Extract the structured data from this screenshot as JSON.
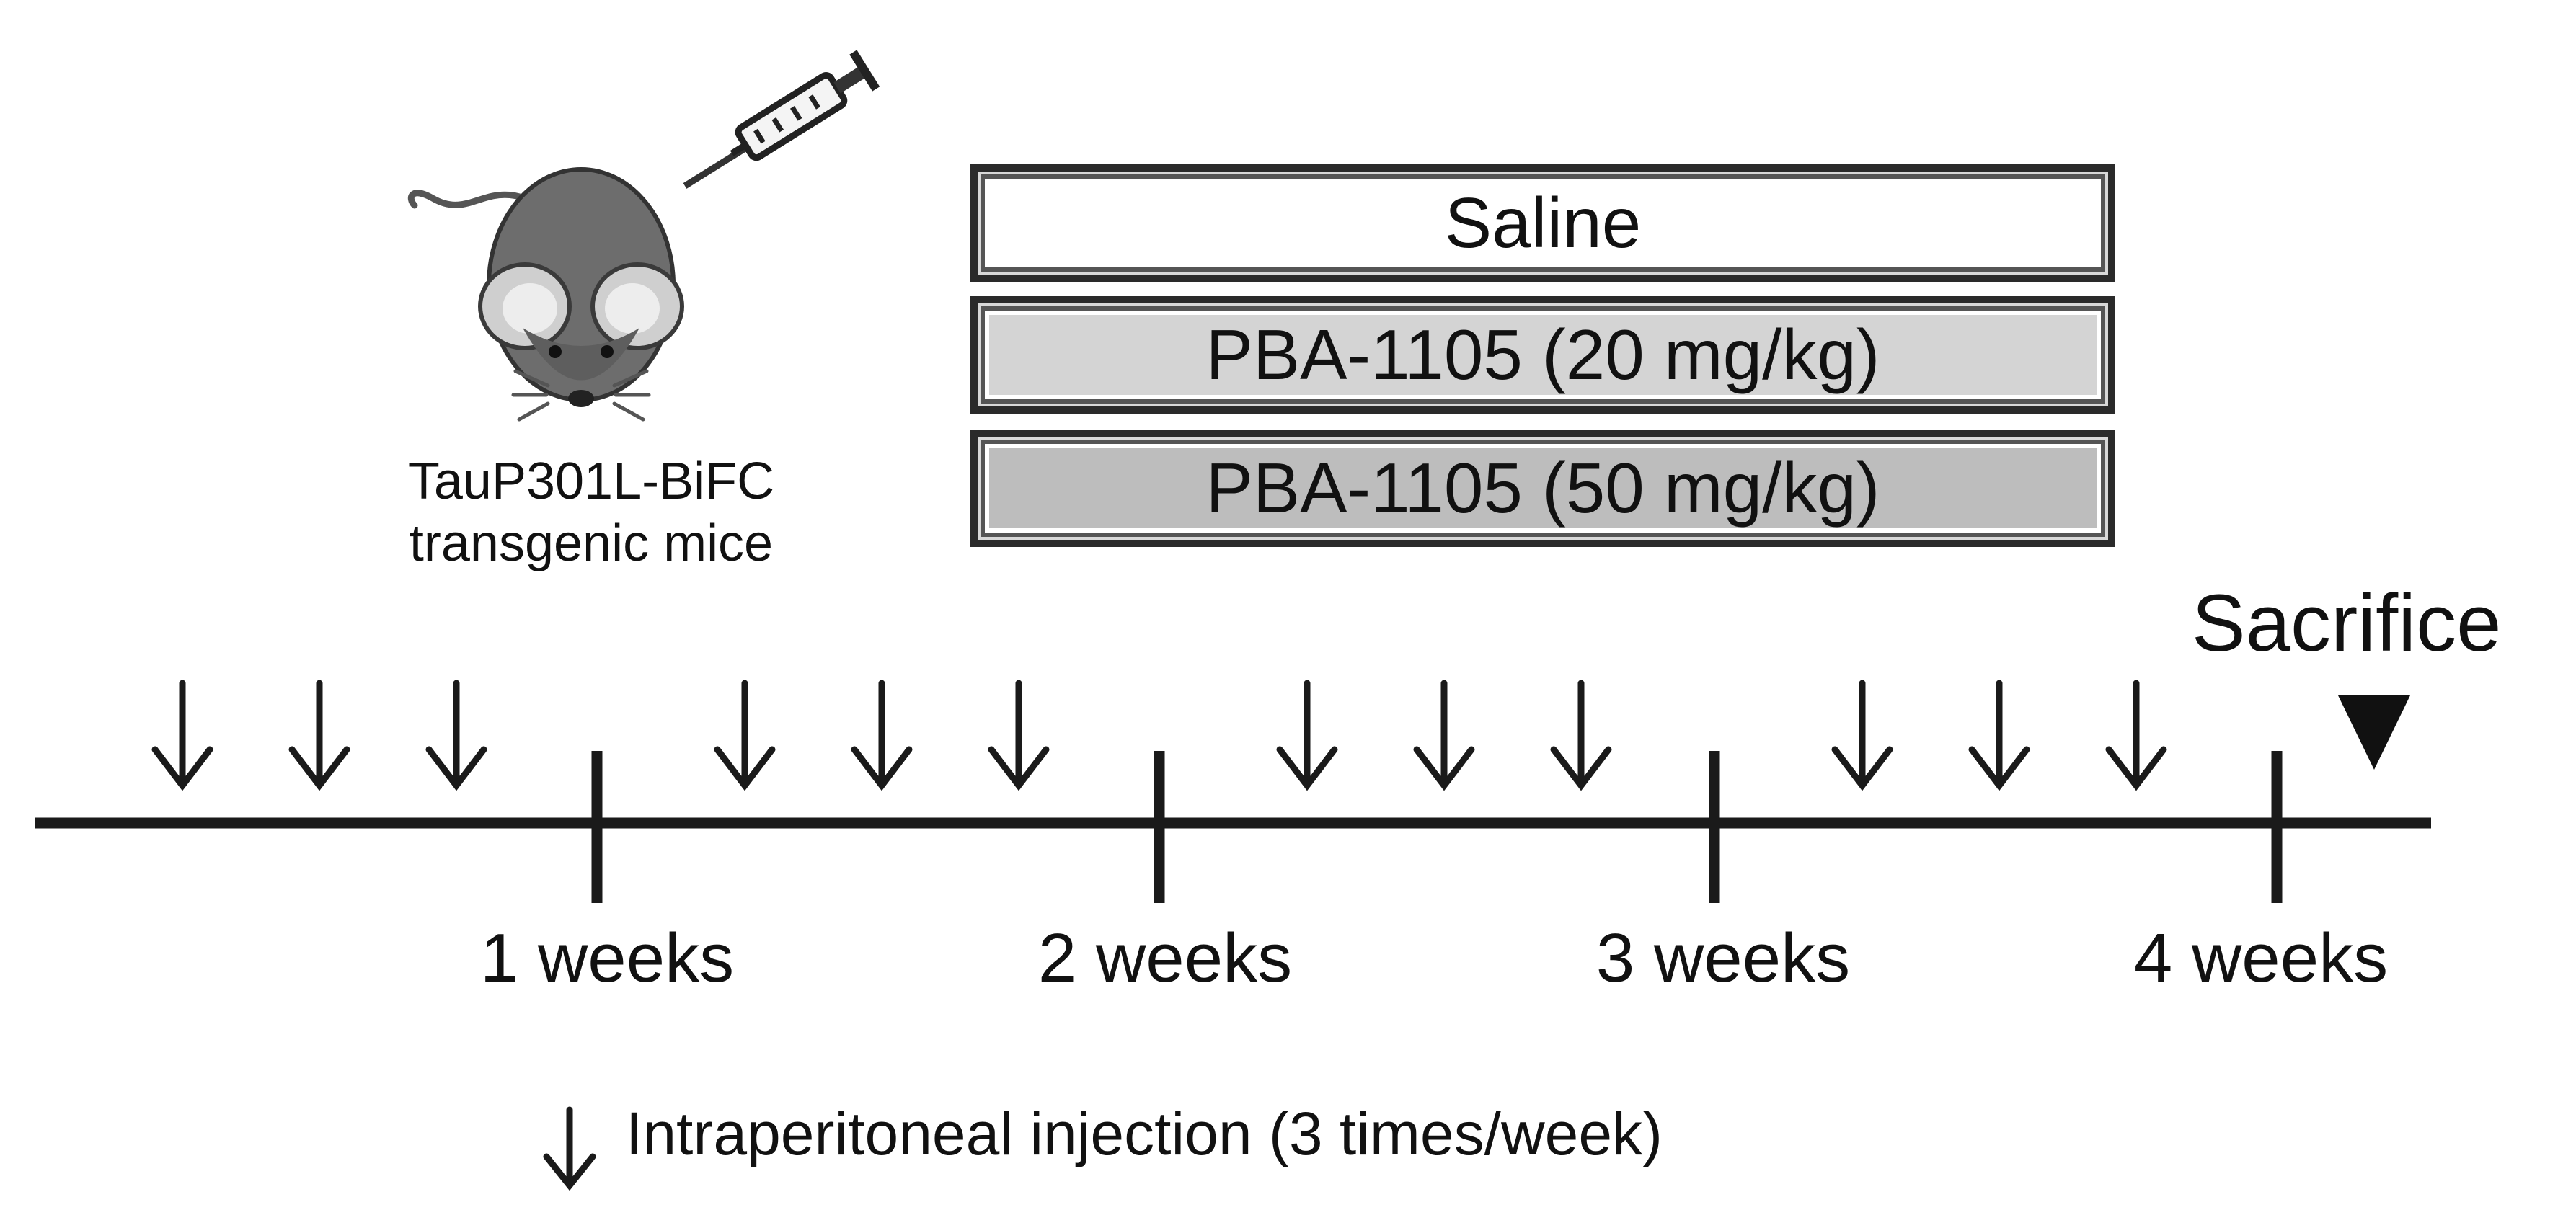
{
  "subject": {
    "caption_line1": "TauP301L-BiFC",
    "caption_line2": "transgenic mice"
  },
  "groups": [
    {
      "label": "Saline",
      "fill": "#ffffff"
    },
    {
      "label": "PBA-1105 (20 mg/kg)",
      "fill": "#d4d4d4"
    },
    {
      "label": "PBA-1105 (50 mg/kg)",
      "fill": "#bdbdbd"
    }
  ],
  "timeline": {
    "weeks": [
      "1 weeks",
      "2 weeks",
      "3 weeks",
      "4 weeks"
    ],
    "injections_per_week": 3,
    "end_event": "Sacrifice"
  },
  "legend": {
    "text": "Intraperitoneal injection (3 times/week)"
  }
}
